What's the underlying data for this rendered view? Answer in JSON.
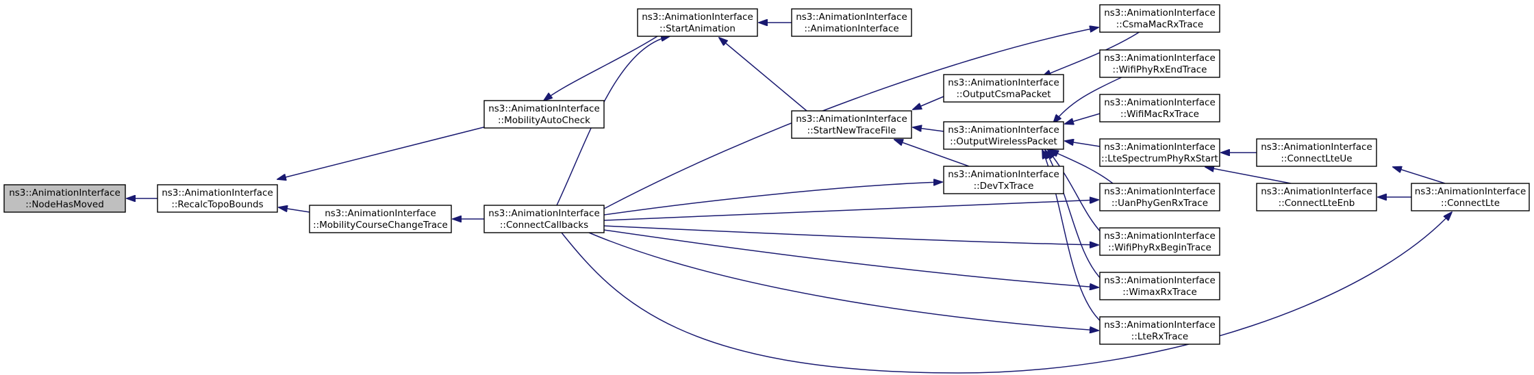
{
  "graph": {
    "colors": {
      "edge": "#191970",
      "node_fill": "#ffffff",
      "root_fill": "#bfbfbf",
      "node_border": "#000000"
    },
    "nodes": {
      "node_has_moved": {
        "line1": "ns3::AnimationInterface",
        "line2": "::NodeHasMoved",
        "root": true
      },
      "recalc_topo_bounds": {
        "line1": "ns3::AnimationInterface",
        "line2": "::RecalcTopoBounds"
      },
      "mobility_auto_check": {
        "line1": "ns3::AnimationInterface",
        "line2": "::MobilityAutoCheck"
      },
      "mobility_course_change_trace": {
        "line1": "ns3::AnimationInterface",
        "line2": "::MobilityCourseChangeTrace"
      },
      "start_animation": {
        "line1": "ns3::AnimationInterface",
        "line2": "::StartAnimation"
      },
      "connect_callbacks": {
        "line1": "ns3::AnimationInterface",
        "line2": "::ConnectCallbacks"
      },
      "animation_interface": {
        "line1": "ns3::AnimationInterface",
        "line2": "::AnimationInterface"
      },
      "start_new_trace_file": {
        "line1": "ns3::AnimationInterface",
        "line2": "::StartNewTraceFile"
      },
      "output_csma_packet": {
        "line1": "ns3::AnimationInterface",
        "line2": "::OutputCsmaPacket"
      },
      "output_wireless_packet": {
        "line1": "ns3::AnimationInterface",
        "line2": "::OutputWirelessPacket"
      },
      "dev_tx_trace": {
        "line1": "ns3::AnimationInterface",
        "line2": "::DevTxTrace"
      },
      "csma_mac_rx_trace": {
        "line1": "ns3::AnimationInterface",
        "line2": "::CsmaMacRxTrace"
      },
      "wifi_phy_rx_end_trace": {
        "line1": "ns3::AnimationInterface",
        "line2": "::WifiPhyRxEndTrace"
      },
      "wifi_mac_rx_trace": {
        "line1": "ns3::AnimationInterface",
        "line2": "::WifiMacRxTrace"
      },
      "lte_spectrum_phy_rx_start": {
        "line1": "ns3::AnimationInterface",
        "line2": "::LteSpectrumPhyRxStart"
      },
      "uan_phy_gen_rx_trace": {
        "line1": "ns3::AnimationInterface",
        "line2": "::UanPhyGenRxTrace"
      },
      "wifi_phy_rx_begin_trace": {
        "line1": "ns3::AnimationInterface",
        "line2": "::WifiPhyRxBeginTrace"
      },
      "wimax_rx_trace": {
        "line1": "ns3::AnimationInterface",
        "line2": "::WimaxRxTrace"
      },
      "lte_rx_trace": {
        "line1": "ns3::AnimationInterface",
        "line2": "::LteRxTrace"
      },
      "connect_lte_ue": {
        "line1": "ns3::AnimationInterface",
        "line2": "::ConnectLteUe"
      },
      "connect_lte_enb": {
        "line1": "ns3::AnimationInterface",
        "line2": "::ConnectLteEnb"
      },
      "connect_lte": {
        "line1": "ns3::AnimationInterface",
        "line2": "::ConnectLte"
      }
    },
    "edges": [
      {
        "from": "recalc_topo_bounds",
        "to": "node_has_moved"
      },
      {
        "from": "mobility_auto_check",
        "to": "recalc_topo_bounds"
      },
      {
        "from": "mobility_course_change_trace",
        "to": "recalc_topo_bounds"
      },
      {
        "from": "start_animation",
        "to": "mobility_auto_check"
      },
      {
        "from": "connect_callbacks",
        "to": "mobility_course_change_trace"
      },
      {
        "from": "animation_interface",
        "to": "start_animation"
      },
      {
        "from": "start_new_trace_file",
        "to": "start_animation"
      },
      {
        "from": "connect_callbacks",
        "to": "start_animation"
      },
      {
        "from": "output_csma_packet",
        "to": "start_new_trace_file"
      },
      {
        "from": "output_wireless_packet",
        "to": "start_new_trace_file"
      },
      {
        "from": "dev_tx_trace",
        "to": "start_new_trace_file"
      },
      {
        "from": "csma_mac_rx_trace",
        "to": "output_csma_packet"
      },
      {
        "from": "wifi_phy_rx_end_trace",
        "to": "output_wireless_packet"
      },
      {
        "from": "wifi_mac_rx_trace",
        "to": "output_wireless_packet"
      },
      {
        "from": "lte_spectrum_phy_rx_start",
        "to": "output_wireless_packet"
      },
      {
        "from": "uan_phy_gen_rx_trace",
        "to": "output_wireless_packet"
      },
      {
        "from": "wifi_phy_rx_begin_trace",
        "to": "output_wireless_packet"
      },
      {
        "from": "wimax_rx_trace",
        "to": "output_wireless_packet"
      },
      {
        "from": "lte_rx_trace",
        "to": "output_wireless_packet"
      },
      {
        "from": "connect_callbacks",
        "to": "csma_mac_rx_trace"
      },
      {
        "from": "connect_callbacks",
        "to": "dev_tx_trace"
      },
      {
        "from": "connect_callbacks",
        "to": "uan_phy_gen_rx_trace"
      },
      {
        "from": "connect_callbacks",
        "to": "wifi_phy_rx_begin_trace"
      },
      {
        "from": "connect_callbacks",
        "to": "wimax_rx_trace"
      },
      {
        "from": "connect_callbacks",
        "to": "lte_rx_trace"
      },
      {
        "from": "connect_callbacks",
        "to": "connect_lte"
      },
      {
        "from": "connect_lte_ue",
        "to": "lte_spectrum_phy_rx_start"
      },
      {
        "from": "connect_lte_enb",
        "to": "lte_spectrum_phy_rx_start"
      },
      {
        "from": "connect_lte",
        "to": "connect_lte_ue"
      },
      {
        "from": "connect_lte",
        "to": "connect_lte_enb"
      }
    ]
  }
}
